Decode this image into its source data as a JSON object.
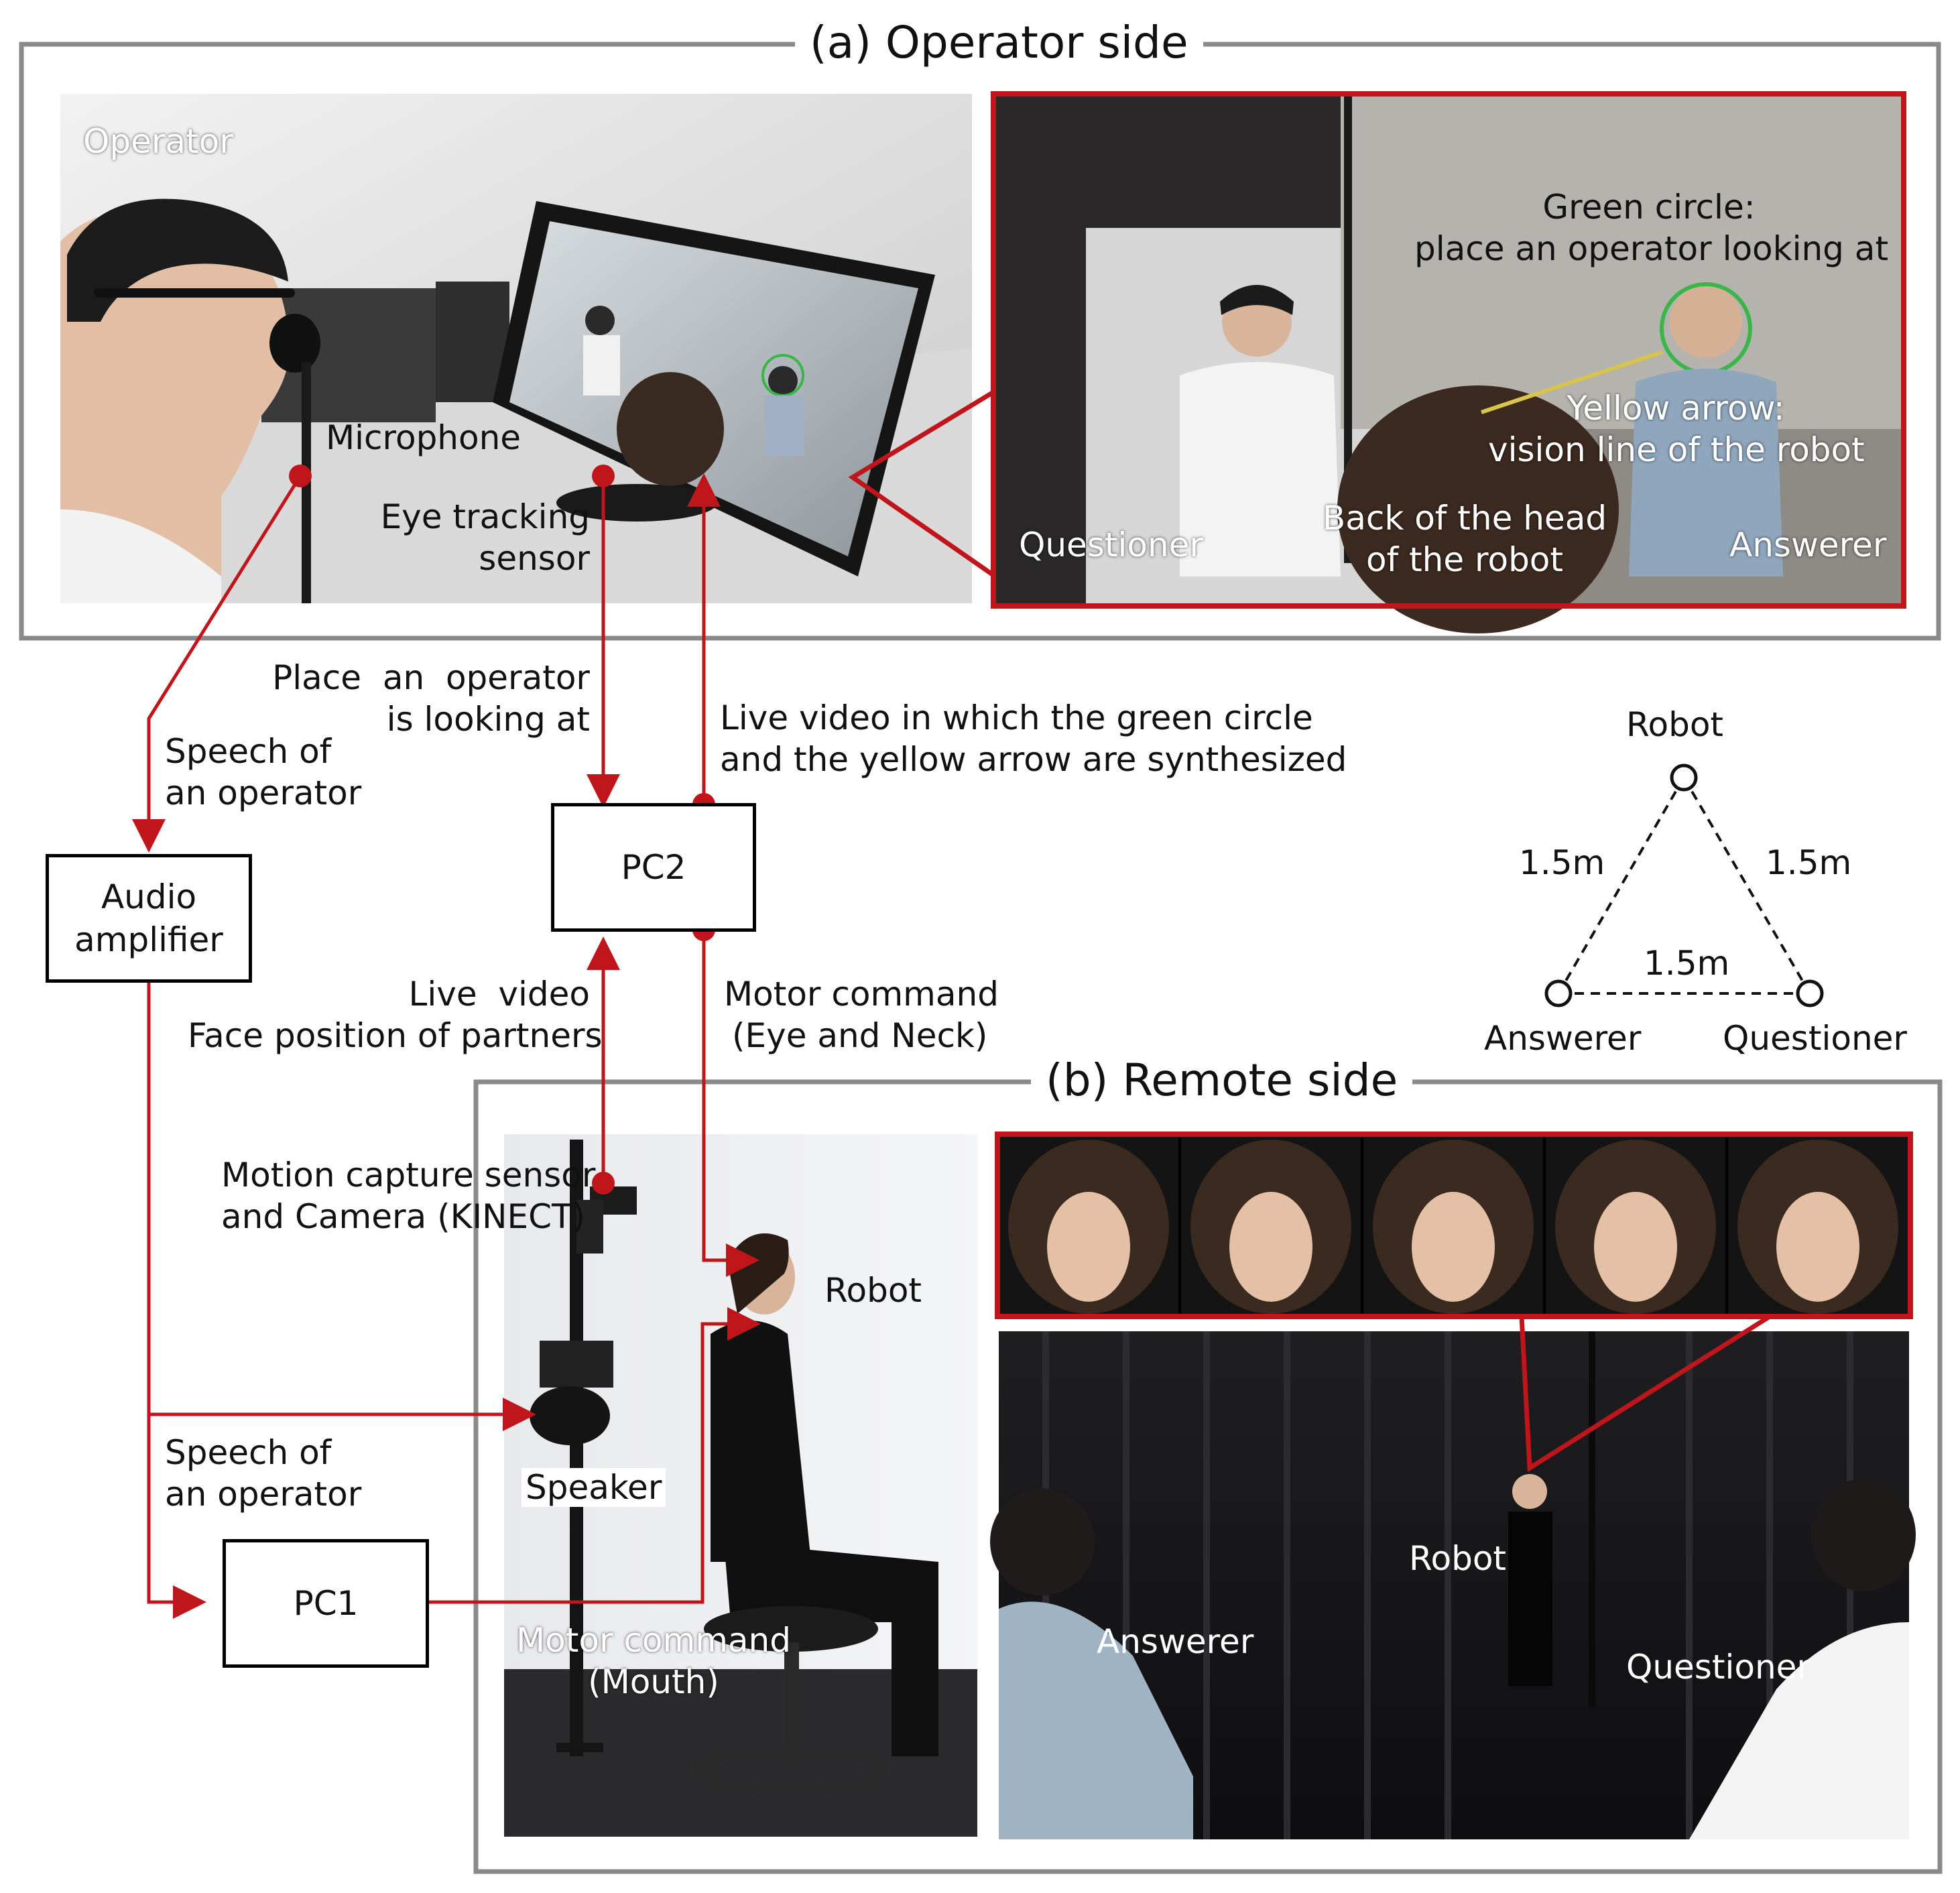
{
  "sections": {
    "operator_title": "(a) Operator side",
    "remote_title": "(b) Remote side"
  },
  "operator_photo": {
    "operator": "Operator",
    "microphone": "Microphone",
    "eye_tracking": [
      "Eye tracking",
      "sensor"
    ]
  },
  "screen_view": {
    "green_circle": [
      "Green circle:",
      "place an operator looking at"
    ],
    "yellow_arrow": [
      "Yellow arrow:",
      "vision line of the robot"
    ],
    "questioner": "Questioner",
    "back_of_head": [
      "Back of the head",
      "of the robot"
    ],
    "answerer": "Answerer"
  },
  "flow_labels": {
    "place_looking": [
      "Place  an  operator",
      "is looking at"
    ],
    "live_video_synth": [
      "Live video in which the green circle",
      "and the yellow arrow are synthesized"
    ],
    "speech_top": [
      "Speech of",
      "an operator"
    ],
    "live_video_face": [
      "Live  video",
      "Face position of partners"
    ],
    "motor_eye_neck": [
      "Motor command",
      "(Eye and Neck)"
    ],
    "speech_bottom": [
      "Speech of",
      "an operator"
    ]
  },
  "boxes": {
    "pc2": "PC2",
    "audio_amp": [
      "Audio",
      "amplifier"
    ],
    "pc1": "PC1"
  },
  "triangle": {
    "robot": "Robot",
    "left_dist": "1.5m",
    "right_dist": "1.5m",
    "bottom_dist": "1.5m",
    "answerer": "Answerer",
    "questioner": "Questioner"
  },
  "robot_photo": {
    "kinect": [
      "Motion capture sensor",
      "and Camera (KINECT)"
    ],
    "robot": "Robot",
    "speaker": "Speaker",
    "motor_mouth": [
      "Motor command",
      "(Mouth)"
    ]
  },
  "room_photo": {
    "robot": "Robot",
    "answerer": "Answerer",
    "questioner": "Questioner"
  },
  "colors": {
    "accent_red": "#c0151b",
    "frame_gray": "#8a8a8a"
  },
  "icons": [
    "red-dot-icon",
    "arrowhead-icon",
    "node-circle-icon"
  ]
}
